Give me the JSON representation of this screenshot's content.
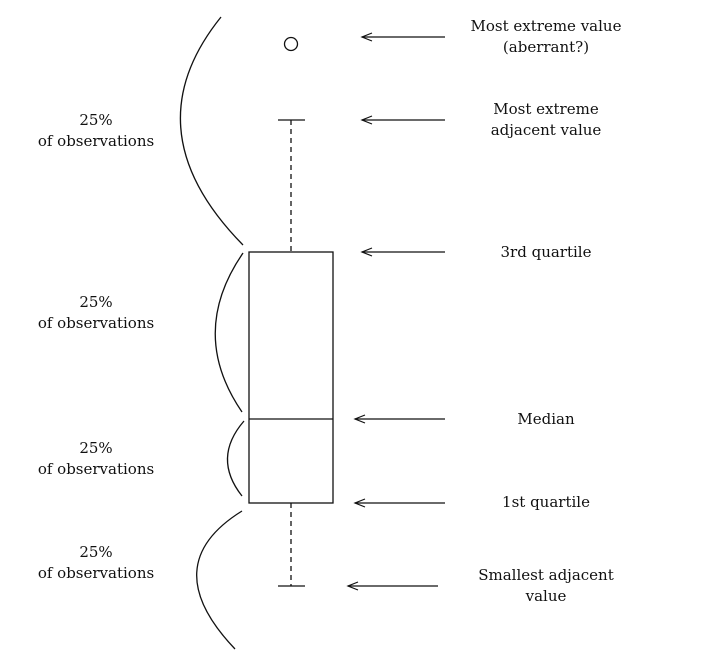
{
  "left_labels": [
    {
      "line1": "25%",
      "line2": "of observations"
    },
    {
      "line1": "25%",
      "line2": "of observations"
    },
    {
      "line1": "25%",
      "line2": "of observations"
    },
    {
      "line1": "25%",
      "line2": "of observations"
    }
  ],
  "right_labels": [
    {
      "line1": "Most extreme value",
      "line2": "(aberrant?)"
    },
    {
      "line1": "Most extreme",
      "line2": "adjacent value"
    },
    {
      "line1": "3rd quartile",
      "line2": ""
    },
    {
      "line1": "Median",
      "line2": ""
    },
    {
      "line1": "1st quartile",
      "line2": ""
    },
    {
      "line1": "Smallest adjacent",
      "line2": "value"
    }
  ]
}
